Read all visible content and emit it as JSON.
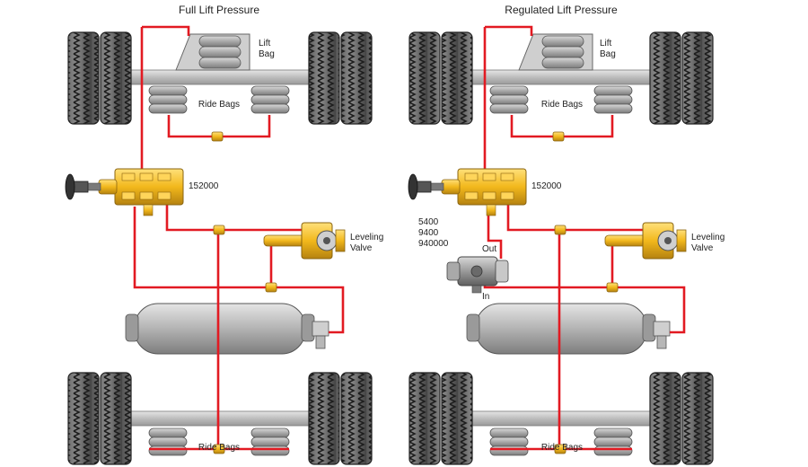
{
  "left": {
    "title": "Full Lift Pressure",
    "lift_bag_line1": "Lift",
    "lift_bag_line2": "Bag",
    "ride_bags_top": "Ride Bags",
    "part_number": "152000",
    "leveling_line1": "Leveling",
    "leveling_line2": "Valve",
    "ride_bags_bottom": "Ride Bags"
  },
  "right": {
    "title": "Regulated Lift Pressure",
    "lift_bag_line1": "Lift",
    "lift_bag_line2": "Bag",
    "ride_bags_top": "Ride Bags",
    "part_number": "152000",
    "regulator_parts": [
      "5400",
      "9400",
      "940000"
    ],
    "out_label": "Out",
    "in_label": "In",
    "leveling_line1": "Leveling",
    "leveling_line2": "Valve",
    "ride_bags_bottom": "Ride Bags"
  },
  "colors": {
    "air_line": "#e21a22",
    "valve_brass": "#f2b81c",
    "tire": "#2f2f2f",
    "tank": "#b9b9b9"
  }
}
